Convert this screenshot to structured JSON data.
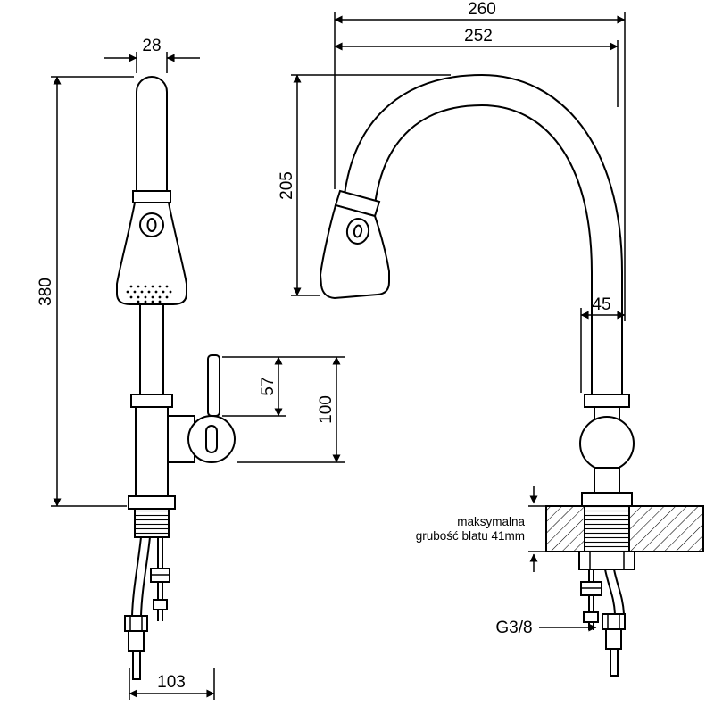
{
  "colors": {
    "line": "#000000",
    "background": "#ffffff"
  },
  "front_view": {
    "dim_spout_width": "28",
    "dim_total_height": "380",
    "dim_handle_height": "57",
    "dim_body_height": "100",
    "dim_base_width": "103"
  },
  "side_view": {
    "dim_total_depth": "260",
    "dim_spout_reach": "252",
    "dim_spout_height": "205",
    "dim_base_depth": "45",
    "thread_label": "G3/8",
    "countertop_note_line1": "maksymalna",
    "countertop_note_line2": "grubość blatu 41mm"
  }
}
